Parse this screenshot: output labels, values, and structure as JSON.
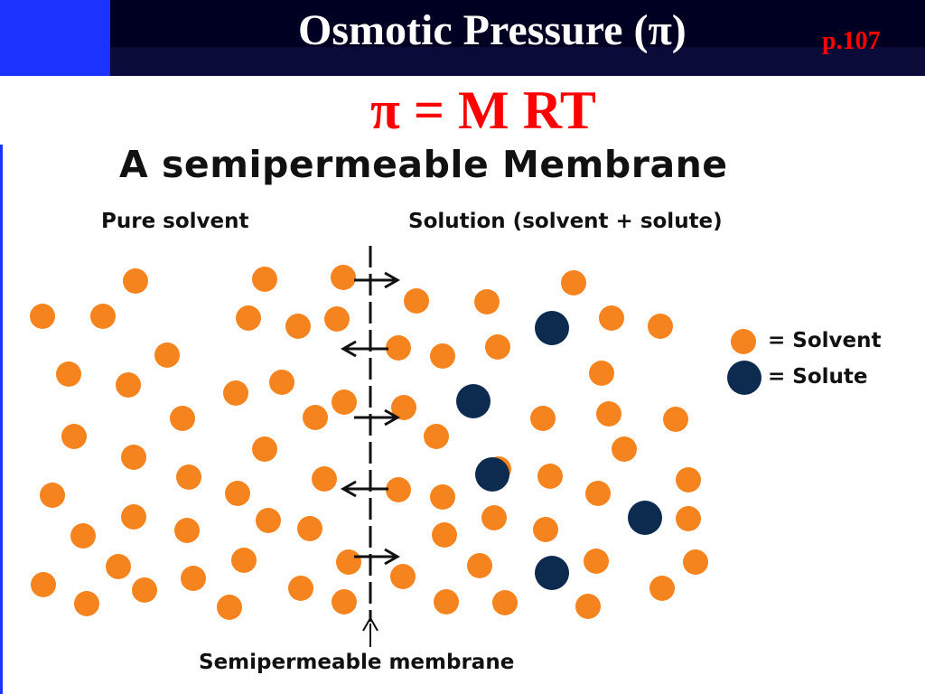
{
  "slide": {
    "title": "Osmotic Pressure (π)",
    "page_ref": "p.107",
    "formula": "π = M RT"
  },
  "figure": {
    "title": "A semipermeable Membrane",
    "left_label": "Pure solvent",
    "right_label": "Solution (solvent + solute)",
    "membrane_label": "Semipermeable membrane"
  },
  "legend": {
    "solvent": "= Solvent",
    "solute": "= Solute"
  },
  "colors": {
    "header_bg": "#000022",
    "accent_blue": "#1a33ff",
    "title_text": "#ffffff",
    "formula_red": "#ff0000",
    "solvent": "#f5841f",
    "solute": "#0d2b4f"
  },
  "arrows": [
    "right",
    "left",
    "right",
    "left",
    "right"
  ]
}
